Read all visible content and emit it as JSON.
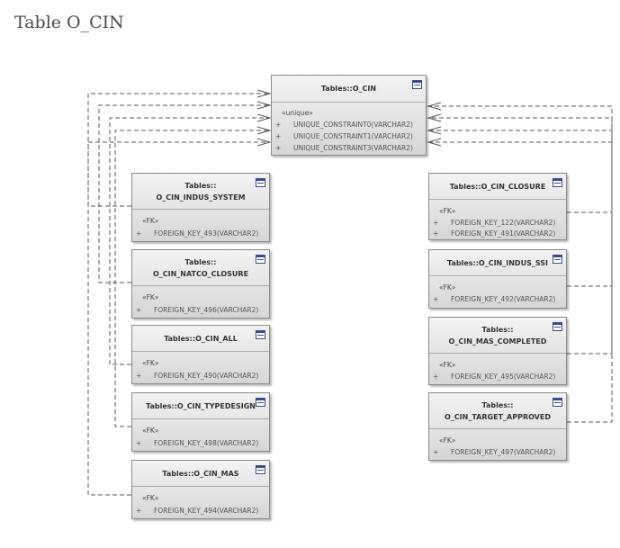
{
  "title": "Table O_CIN",
  "main_table": {
    "name": "Tables::O_CIN",
    "stereotype": "«unique»",
    "rows": [
      {
        "prefix": "+",
        "text": "UNIQUE_CONSTRAINT0(VARCHAR2)"
      },
      {
        "prefix": "+",
        "text": "UNIQUE_CONSTRAINT1(VARCHAR2)"
      },
      {
        "prefix": "+",
        "text": "UNIQUE_CONSTRAINT3(VARCHAR2)"
      }
    ]
  },
  "left_tables": [
    {
      "name_lines": [
        "Tables::",
        "O_CIN_INDUS_SYSTEM"
      ],
      "stereotype": "«FK»",
      "rows": [
        {
          "prefix": "+",
          "text": "FOREIGN_KEY_493(VARCHAR2)"
        }
      ]
    },
    {
      "name_lines": [
        "Tables::",
        "O_CIN_NATCO_CLOSURE"
      ],
      "stereotype": "«FK»",
      "rows": [
        {
          "prefix": "+",
          "text": "FOREIGN_KEY_496(VARCHAR2)"
        }
      ]
    },
    {
      "name_lines": [
        "Tables::O_CIN_ALL"
      ],
      "stereotype": "«FK»",
      "rows": [
        {
          "prefix": "+",
          "text": "FOREIGN_KEY_490(VARCHAR2)"
        }
      ]
    },
    {
      "name_lines": [
        "Tables::O_CIN_TYPEDESIGN"
      ],
      "stereotype": "«FK»",
      "rows": [
        {
          "prefix": "+",
          "text": "FOREIGN_KEY_498(VARCHAR2)"
        }
      ]
    },
    {
      "name_lines": [
        "Tables::O_CIN_MAS"
      ],
      "stereotype": "«FK»",
      "rows": [
        {
          "prefix": "+",
          "text": "FOREIGN_KEY_494(VARCHAR2)"
        }
      ]
    }
  ],
  "right_tables": [
    {
      "name_lines": [
        "Tables::O_CIN_CLOSURE"
      ],
      "stereotype": "«FK»",
      "rows": [
        {
          "prefix": "+",
          "text": "FOREIGN_KEY_122(VARCHAR2)"
        },
        {
          "prefix": "+",
          "text": "FOREIGN_KEY_491(VARCHAR2)"
        }
      ]
    },
    {
      "name_lines": [
        "Tables::O_CIN_INDUS_SSI"
      ],
      "stereotype": "«FK»",
      "rows": [
        {
          "prefix": "+",
          "text": "FOREIGN_KEY_492(VARCHAR2)"
        }
      ]
    },
    {
      "name_lines": [
        "Tables::",
        "O_CIN_MAS_COMPLETED"
      ],
      "stereotype": "«FK»",
      "rows": [
        {
          "prefix": "+",
          "text": "FOREIGN_KEY_495(VARCHAR2)"
        }
      ]
    },
    {
      "name_lines": [
        "Tables::",
        "O_CIN_TARGET_APPROVED"
      ],
      "stereotype": "«FK»",
      "rows": [
        {
          "prefix": "+",
          "text": "FOREIGN_KEY_497(VARCHAR2)"
        }
      ]
    }
  ],
  "icons": {
    "table": "table-icon"
  }
}
